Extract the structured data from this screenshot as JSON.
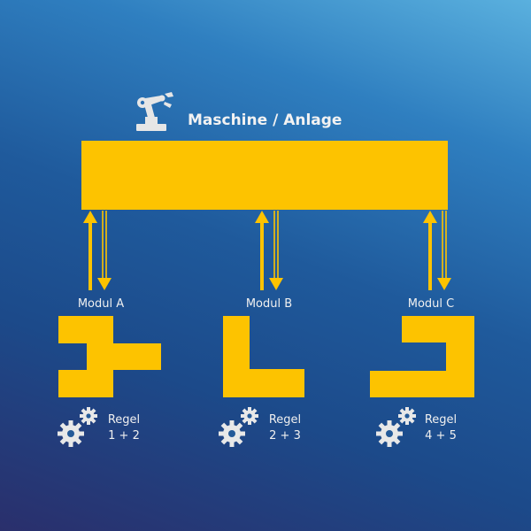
{
  "machine": {
    "title": "Maschine / Anlage",
    "robot_icon": "robot-arm-icon",
    "bar_color": "#fdc300"
  },
  "modules": [
    {
      "label": "Modul A",
      "rule_word": "Regel",
      "rule_numbers": "1 + 2",
      "shape": "t-shape",
      "gear_icon": "gears-icon"
    },
    {
      "label": "Modul B",
      "rule_word": "Regel",
      "rule_numbers": "2 + 3",
      "shape": "l-shape",
      "gear_icon": "gears-icon"
    },
    {
      "label": "Modul C",
      "rule_word": "Regel",
      "rule_numbers": "4 + 5",
      "shape": "c-shape",
      "gear_icon": "gears-icon"
    }
  ],
  "colors": {
    "accent": "#fdc300",
    "text": "#f0f0f0"
  }
}
